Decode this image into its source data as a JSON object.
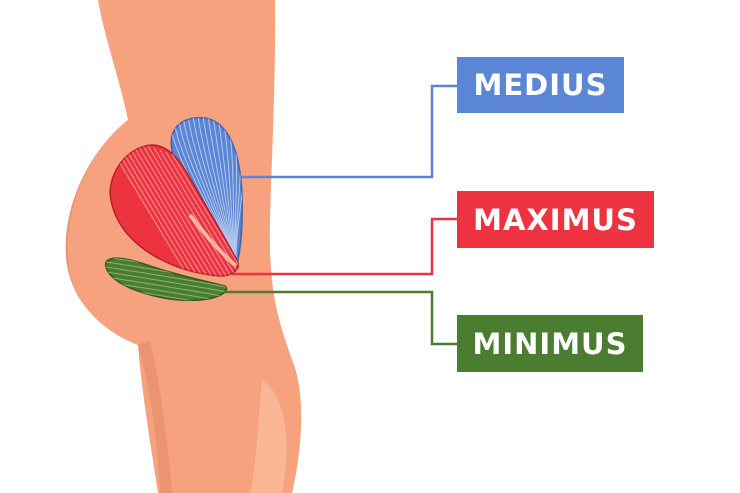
{
  "colors": {
    "skin": "#f6a27f",
    "skin_shadow": "#ec9372",
    "skin_light": "#f9b594",
    "medius": "#5b86d6",
    "maximus": "#ee3340",
    "minimus": "#4a7d2f"
  },
  "labels": {
    "medius": "MEDIUS",
    "maximus": "MAXIMUS",
    "minimus": "MINIMUS"
  }
}
